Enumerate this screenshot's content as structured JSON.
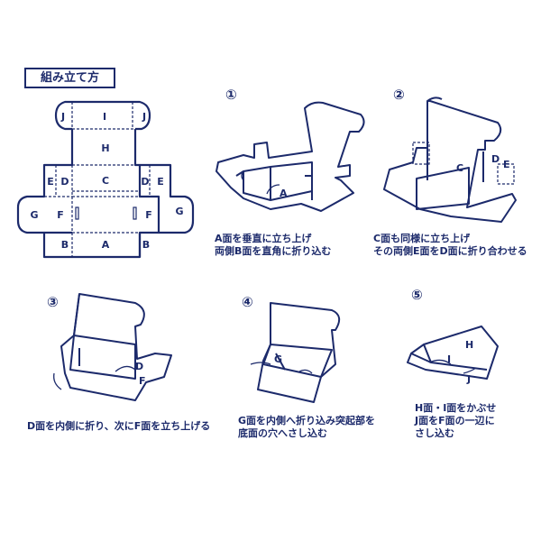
{
  "title": "組み立て方",
  "colors": {
    "ink": "#1c2a6b",
    "background": "#ffffff"
  },
  "net": {
    "panel_labels": [
      "J",
      "I",
      "J",
      "H",
      "E",
      "D",
      "C",
      "D",
      "E",
      "G",
      "F",
      "F",
      "G",
      "B",
      "A",
      "B"
    ]
  },
  "steps": [
    {
      "num": "①",
      "labels": [
        "A"
      ],
      "caption": "A面を垂直に立ち上げ\n両側B面を直角に折り込む"
    },
    {
      "num": "②",
      "labels": [
        "C",
        "D",
        "E"
      ],
      "caption": "C面も同様に立ち上げ\nその両側E面をD面に折り合わせる"
    },
    {
      "num": "③",
      "labels": [
        "D",
        "F"
      ],
      "caption": "D面を内側に折り、次にF面を立ち上げる"
    },
    {
      "num": "④",
      "labels": [
        "G"
      ],
      "caption": "G面を内側へ折り込み突起部を\n底面の穴へさし込む"
    },
    {
      "num": "⑤",
      "labels": [
        "H",
        "I",
        "J"
      ],
      "caption": "H面・I面をかぶせ\nJ面をF面の一辺に\nさし込む"
    }
  ]
}
